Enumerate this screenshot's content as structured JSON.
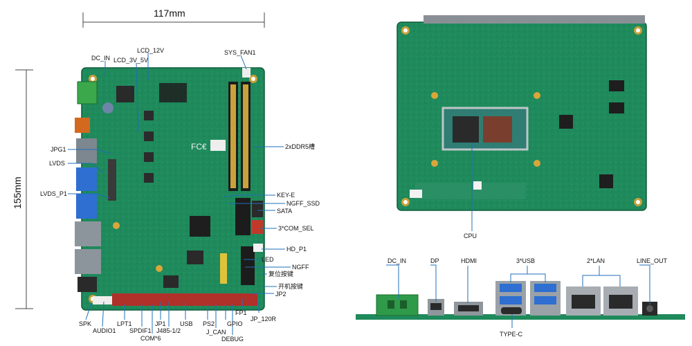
{
  "dimensions": {
    "width_label": "117mm",
    "height_label": "155mm"
  },
  "top_labels": {
    "dc_in": "DC_IN",
    "lcd_12v": "LCD_12V",
    "lcd_3v_5v": "LCD_3V_5V",
    "sys_fan1": "SYS_FAN1"
  },
  "left_labels": {
    "jpg1": "JPG1",
    "lvds": "LVDS",
    "lvds_p1": "LVDS_P1"
  },
  "right_labels": {
    "ddr5": "2xDDR5槽",
    "key_e": "KEY-E",
    "ngff_ssd": "NGFF_SSD",
    "sata": "SATA",
    "com_sel": "3*COM_SEL",
    "hd_p1": "HD_P1",
    "led": "LED",
    "ngff": "NGFF",
    "reset_key": "复位按键",
    "power_key": "开机按键",
    "jp2": "JP2",
    "fp1": "FP1",
    "jp_120r": "JP_120R"
  },
  "bottom_labels": {
    "spk": "SPK",
    "audio1": "AUDIO1",
    "lpt1": "LPT1",
    "spdif1": "SPDIF1",
    "com6": "COM*6",
    "jp1": "JP1",
    "j485": "J485-1/2",
    "usb": "USB",
    "ps2": "PS2",
    "j_can": "J_CAN",
    "gpio": "GPIO",
    "debug": "DEBUG"
  },
  "back_label": {
    "cpu": "CPU"
  },
  "io_labels": {
    "dc_in": "DC_IN",
    "dp": "DP",
    "hdmi": "HDMI",
    "usb3": "3*USB",
    "lan2": "2*LAN",
    "line_out": "LINE_OUT",
    "type_c": "TYPE-C"
  },
  "board_marks": {
    "logo_text": "FC€"
  },
  "colors": {
    "pcb": "#1f8a5c",
    "pcb_dark": "#12603f",
    "leader": "#1f6fb8",
    "connector_green": "#2f9a4a"
  }
}
